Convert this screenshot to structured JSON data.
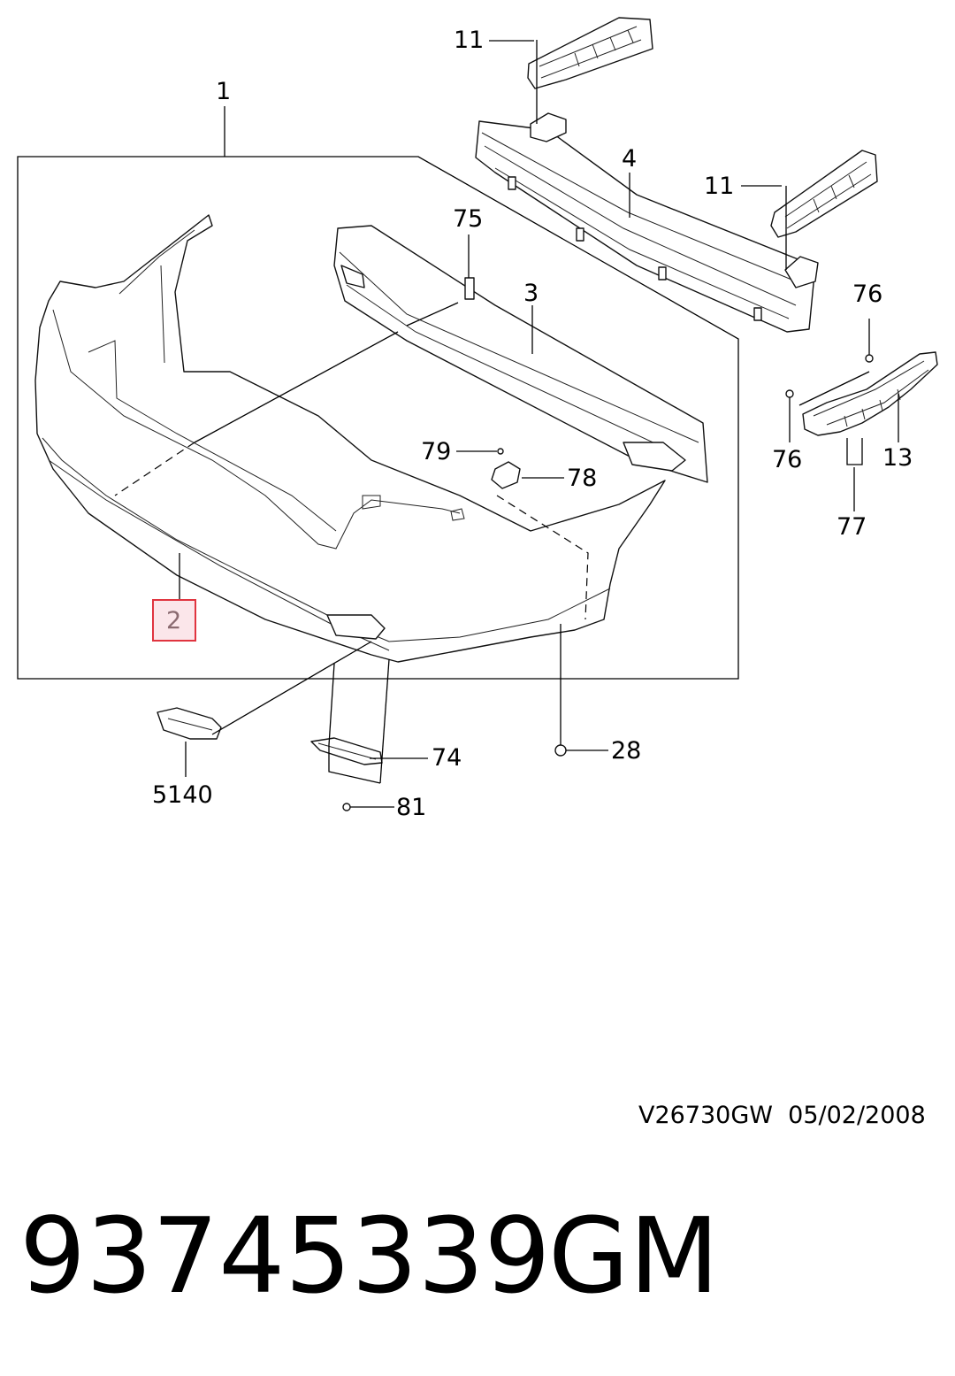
{
  "callouts": {
    "c1": "1",
    "c2": "2",
    "c3": "3",
    "c4": "4",
    "c11a": "11",
    "c11b": "11",
    "c13": "13",
    "c28": "28",
    "c74": "74",
    "c75": "75",
    "c76a": "76",
    "c76b": "76",
    "c77": "77",
    "c78": "78",
    "c79": "79",
    "c81": "81",
    "c5140": "5140"
  },
  "highlighted_callout": "2",
  "footer": {
    "drawing_ref": "V26730GW  05/02/2008",
    "part_number": "93745339",
    "brand": "GM"
  },
  "colors": {
    "highlight_border": "#e0343f",
    "highlight_fill": "#fbe6ea"
  }
}
